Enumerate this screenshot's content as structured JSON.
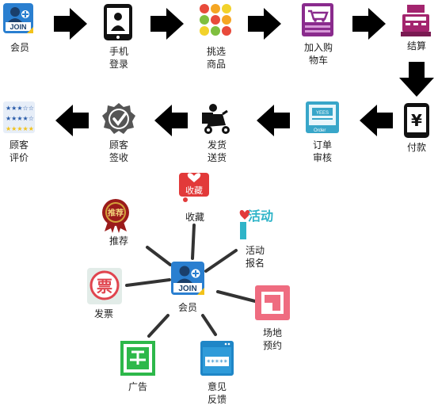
{
  "flow": {
    "steps": [
      {
        "label_line1": "会员",
        "label_line2": "",
        "icon": "join-member-icon"
      },
      {
        "label_line1": "手机",
        "label_line2": "登录",
        "icon": "phone-icon"
      },
      {
        "label_line1": "挑选",
        "label_line2": "商品",
        "icon": "fruits-icon"
      },
      {
        "label_line1": "加入购",
        "label_line2": "物车",
        "icon": "cart-icon"
      },
      {
        "label_line1": "结算",
        "label_line2": "",
        "icon": "cash-register-icon"
      },
      {
        "label_line1": "付款",
        "label_line2": "",
        "icon": "yen-payment-icon"
      },
      {
        "label_line1": "订单",
        "label_line2": "审核",
        "icon": "order-screen-icon"
      },
      {
        "label_line1": "发货",
        "label_line2": "送货",
        "icon": "delivery-scooter-icon"
      },
      {
        "label_line1": "顾客",
        "label_line2": "签收",
        "icon": "checkmark-badge-icon"
      },
      {
        "label_line1": "顾客",
        "label_line2": "评价",
        "icon": "rating-stars-icon"
      }
    ]
  },
  "hub": {
    "center": {
      "label": "会员",
      "icon": "join-member-icon",
      "badge_text": "JOIN"
    },
    "spokes": [
      {
        "label_line1": "收藏",
        "label_line2": "",
        "icon": "favorite-heart-icon",
        "icon_text": "收藏"
      },
      {
        "label_line1": "推荐",
        "label_line2": "",
        "icon": "recommend-seal-icon",
        "icon_text": "推荐"
      },
      {
        "label_line1": "活动",
        "label_line2": "报名",
        "icon": "activity-icon",
        "icon_text": "活动"
      },
      {
        "label_line1": "发票",
        "label_line2": "",
        "icon": "invoice-icon",
        "icon_text": "票"
      },
      {
        "label_line1": "场地",
        "label_line2": "预约",
        "icon": "venue-booking-icon",
        "icon_text": ""
      },
      {
        "label_line1": "广告",
        "label_line2": "",
        "icon": "advertising-icon",
        "icon_text": ""
      },
      {
        "label_line1": "意见",
        "label_line2": "反馈",
        "icon": "feedback-window-icon",
        "icon_text": "*****"
      }
    ]
  },
  "colors": {
    "arrow": "#000000",
    "spoke_line": "#333333",
    "join_blue": "#2a7fd0",
    "heart_red": "#e23a3a",
    "seal_red": "#9b1b1b",
    "activity_teal": "#2fb4c8",
    "invoice_red": "#e0444e",
    "venue_pink": "#ef6c80",
    "ad_green": "#2db84a",
    "feedback_blue": "#1f86c7",
    "cart_purple": "#8a2b8d",
    "register_magenta": "#a3246e",
    "order_teal": "#38a6c9",
    "star_yellow": "#f2c21a"
  }
}
